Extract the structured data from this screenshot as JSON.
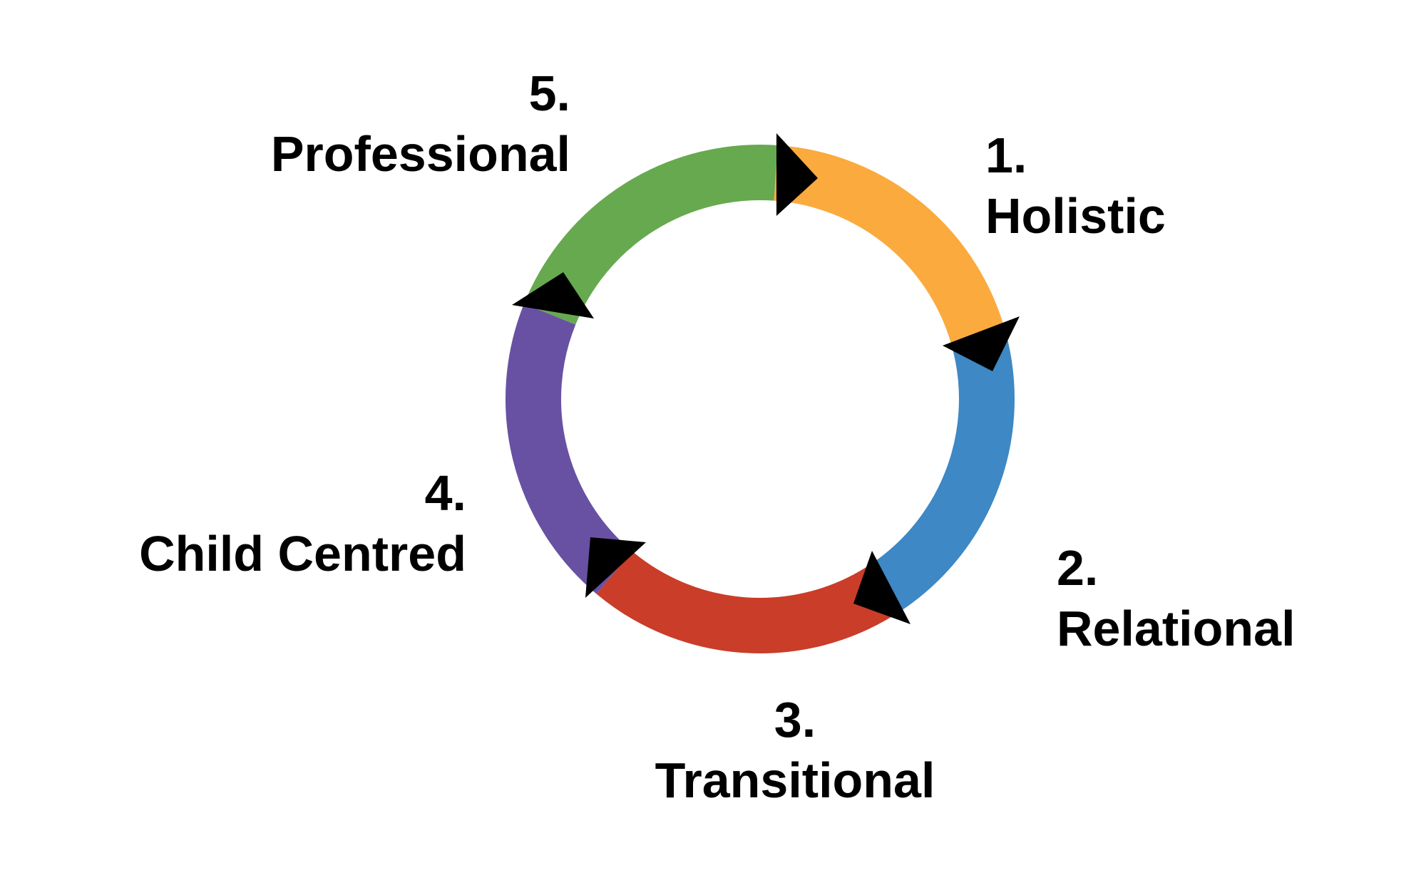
{
  "diagram": {
    "type": "cycle",
    "direction": "clockwise",
    "stages": [
      {
        "number": "1.",
        "name": "Holistic",
        "color": "#FBAA3E",
        "share": 0.2
      },
      {
        "number": "2.",
        "name": "Relational",
        "color": "#3D88C5",
        "share": 0.2
      },
      {
        "number": "3.",
        "name": "Transitional",
        "color": "#CA3D29",
        "share": 0.2
      },
      {
        "number": "4.",
        "name": "Child Centred",
        "color": "#6851A2",
        "share": 0.2
      },
      {
        "number": "5.",
        "name": "Professional",
        "color": "#67A94F",
        "share": 0.2
      }
    ],
    "arrow_color": "#000000"
  }
}
